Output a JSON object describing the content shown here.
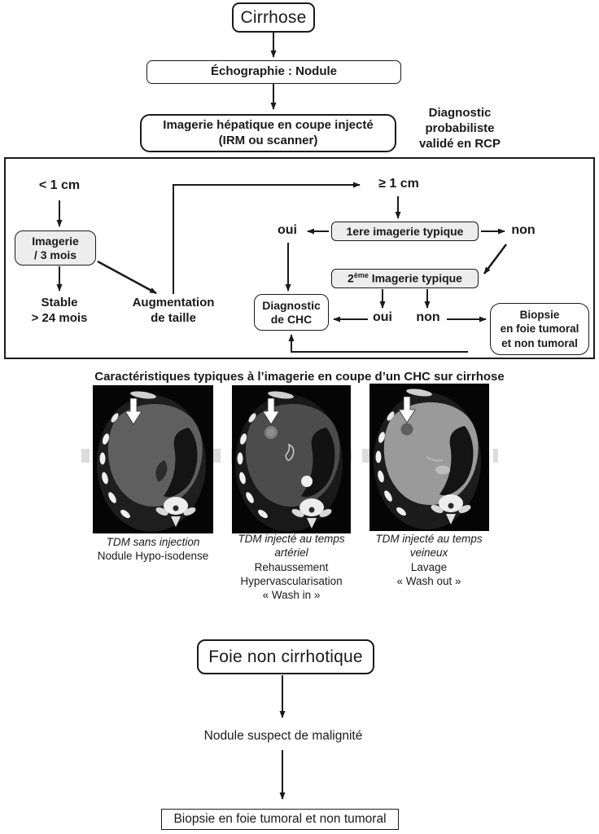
{
  "top_flow": {
    "cirrhose": "Cirrhose",
    "echographie": "Échographie : Nodule",
    "imagerie_l1": "Imagerie hépatique en coupe injecté",
    "imagerie_l2": "(IRM ou scanner)",
    "note_l1": "Diagnostic",
    "note_l2": "probabiliste",
    "note_l3": "validé en RCP"
  },
  "algorithm": {
    "lt_1cm": "< 1 cm",
    "imagerie_3mois_l1": "Imagerie",
    "imagerie_3mois_l2": "/ 3 mois",
    "stable_l1": "Stable",
    "stable_l2": "> 24 mois",
    "augmentation_l1": "Augmentation",
    "augmentation_l2": "de taille",
    "ge_1cm": "≥ 1 cm",
    "first_imaging": "1ere imagerie typique",
    "oui_1": "oui",
    "non_1": "non",
    "second_prefix": "2",
    "second_sup": "ème",
    "second_rest": " Imagerie typique",
    "oui_2": "oui",
    "non_2": "non",
    "chc_l1": "Diagnostic",
    "chc_l2": "de CHC",
    "biopsie_l1": "Biopsie",
    "biopsie_l2": "en foie tumoral",
    "biopsie_l3": "et non tumoral"
  },
  "imaging": {
    "title": "Caractéristiques typiques à l’imagerie en coupe d’un CHC sur cirrhose",
    "panels": [
      {
        "it1": "TDM sans injection",
        "r1": "Nodule Hypo-isodense"
      },
      {
        "it1": "TDM injecté au temps",
        "it2": "artériel",
        "r1": "Rehaussement",
        "r2": "Hypervascularisation",
        "r3": "« Wash in »"
      },
      {
        "it1": "TDM injecté au temps",
        "it2": "veineux",
        "r1": "Lavage",
        "r2": "« Wash out »"
      }
    ]
  },
  "bottom_flow": {
    "foie": "Foie non cirrhotique",
    "nodule": "Nodule suspect de malignité",
    "biopsie": "Biopsie en foie tumoral et non tumoral"
  }
}
